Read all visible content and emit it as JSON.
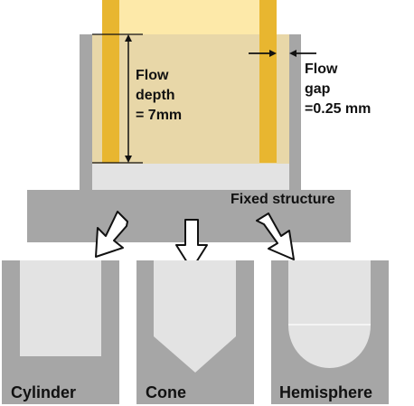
{
  "labels": {
    "flow_depth": [
      "Flow",
      "depth",
      "= 7mm"
    ],
    "flow_gap": [
      "Flow",
      "gap",
      "=0.25 mm"
    ],
    "fixed_structure": "Fixed structure",
    "cylinder": "Cylinder",
    "cone": "Cone",
    "hemisphere": "Hemisphere"
  },
  "colors": {
    "gray": "#a6a6a6",
    "light_gray": "#e3e3e3",
    "fluid": "#fde9a9",
    "fluid_in_cup": "#e8d7a8",
    "wall": "#e8b630",
    "line": "#111111"
  }
}
